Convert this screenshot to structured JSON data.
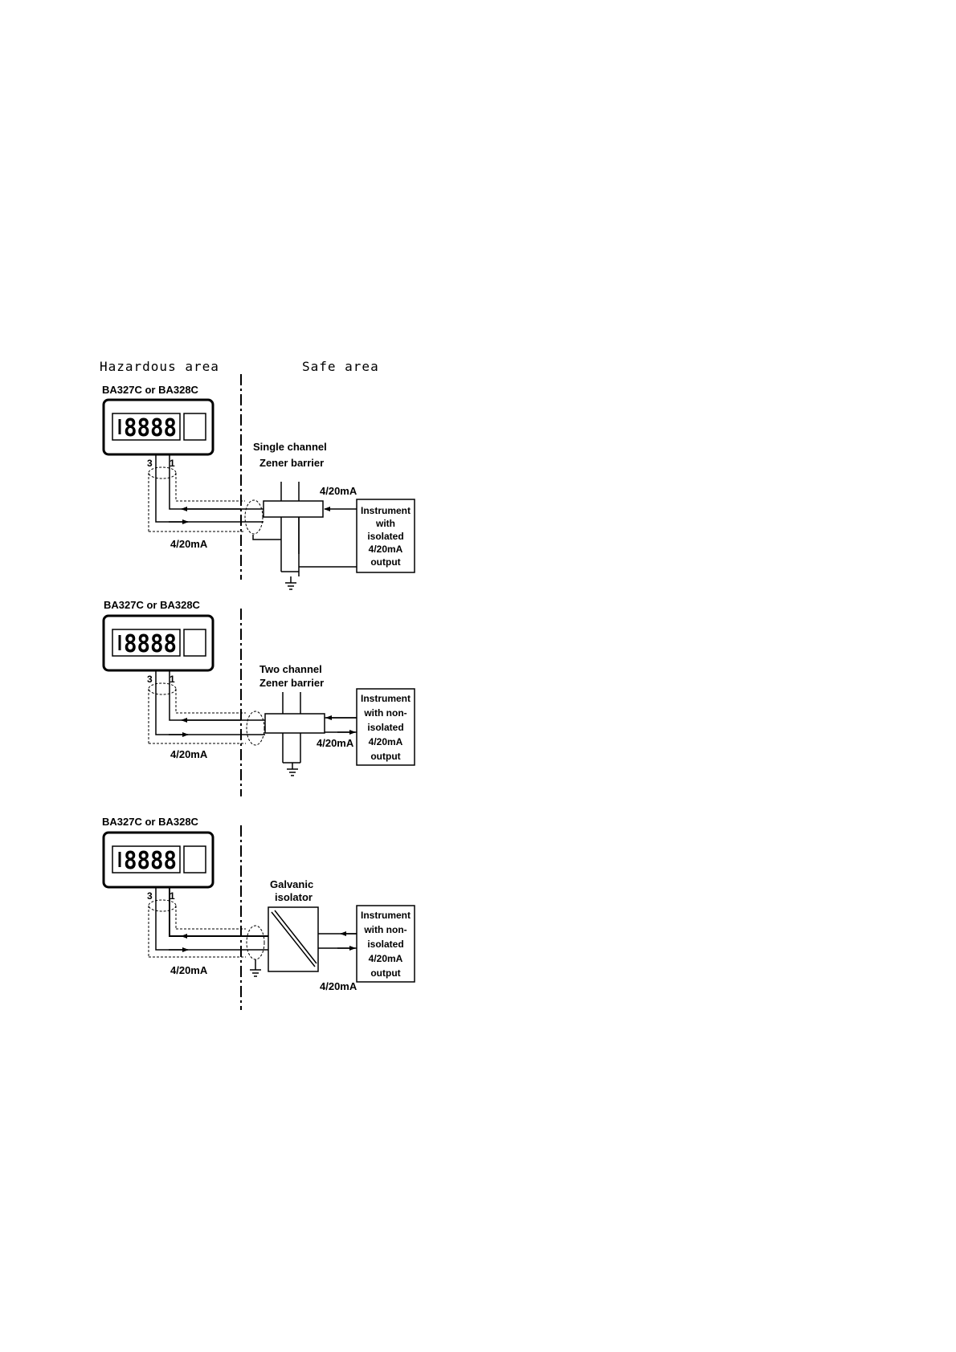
{
  "areas": {
    "hazardous": "Hazardous area",
    "safe": "Safe area"
  },
  "diagrams": [
    {
      "device_label": "BA327C or BA328C",
      "display_text": "8888",
      "terminal_left": "3",
      "terminal_right": "1",
      "loop_current_label": "4/20mA",
      "barrier_label_line1": "Single channel",
      "barrier_label_line2": "Zener barrier",
      "barrier_current_label": "4/20mA",
      "instrument_lines": [
        "Instrument",
        "with",
        "isolated",
        "4/20mA",
        "output"
      ]
    },
    {
      "device_label": "BA327C or BA328C",
      "display_text": "8888",
      "terminal_left": "3",
      "terminal_right": "1",
      "loop_current_label": "4/20mA",
      "barrier_label_line1": "Two channel",
      "barrier_label_line2": "Zener barrier",
      "barrier_current_label": "4/20mA",
      "instrument_lines": [
        "Instrument",
        "with non-",
        "isolated",
        "4/20mA",
        "output"
      ]
    },
    {
      "device_label": "BA327C or BA328C",
      "display_text": "8888",
      "terminal_left": "3",
      "terminal_right": "1",
      "loop_current_label": "4/20mA",
      "barrier_label_line1": "Galvanic",
      "barrier_label_line2": "isolator",
      "barrier_current_label": "4/20mA",
      "instrument_lines": [
        "Instrument",
        "with non-",
        "isolated",
        "4/20mA",
        "output"
      ]
    }
  ]
}
